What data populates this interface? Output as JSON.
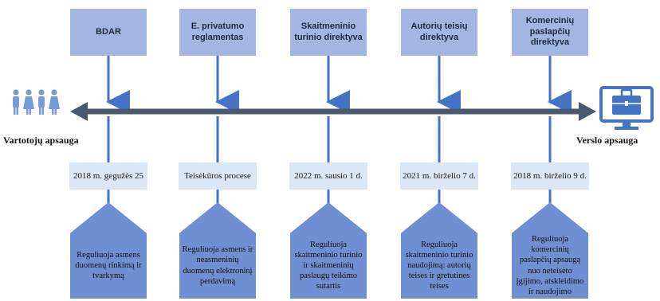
{
  "left_label": "Vartotojų apsauga",
  "right_label": "Verslo apsauga",
  "columns": [
    {
      "regulation": "BDAR",
      "date": "2018 m. gegužės 25",
      "description": "Reguliuoja asmens duomenų rinkimą ir tvarkymą"
    },
    {
      "regulation": "E. privatumo reglamentas",
      "date": "Teisėkūros procese",
      "description": "Reguliuoja asmens ir neasmeninių duomenų elektroninį perdavimą"
    },
    {
      "regulation": "Skaitmeninio turinio direktyva",
      "date": "2022 m. sausio 1 d.",
      "description": "Reguliuoja skaitmeninio turinio ir skaitmeninių paslaugų teikimo sutartis"
    },
    {
      "regulation": "Autorių teisių direktyva",
      "date": "2021 m. birželio 7 d.",
      "description": "Reguliuoja skaitmeninio turinio naudojimą: autorių teises ir gretutines teises"
    },
    {
      "regulation": "Komercinių paslapčių direktyva",
      "date": "2018 m. birželio 9 d.",
      "description": "Reguliuoja komercinių paslapčių apsaugą nuo neteisėto įgijimo, atskleidimo ir naudojimo"
    }
  ],
  "icons": {
    "left": "people-group-icon",
    "right": "briefcase-monitor-icon"
  },
  "colors": {
    "heading_box": "#a3b5e2",
    "date_box": "#dbe6f6",
    "description_box": "#6f8fd2",
    "arrow": "#4472c4",
    "timeline": "#4a5a6e",
    "icon": "#7a9ad6"
  }
}
